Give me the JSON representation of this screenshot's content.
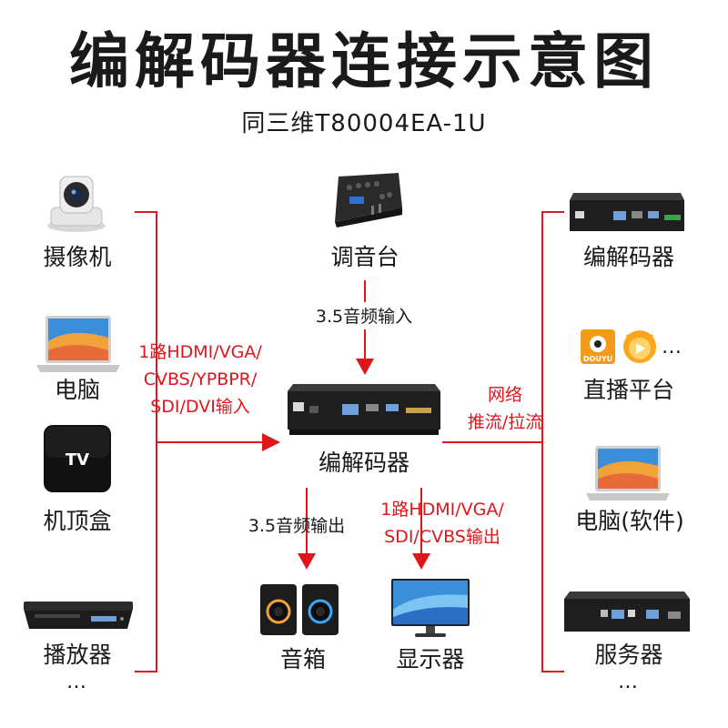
{
  "title": "编解码器连接示意图",
  "subtitle": "同三维T80004EA-1U",
  "colors": {
    "accent": "#e0161d",
    "text": "#1a1a1a"
  },
  "inputs": [
    {
      "label": "摄像机",
      "icon": "ptz-camera-icon"
    },
    {
      "label": "电脑",
      "icon": "laptop-icon"
    },
    {
      "label": "机顶盒",
      "icon": "tv-box-icon"
    },
    {
      "label": "播放器",
      "icon": "dvd-player-icon"
    }
  ],
  "inputs_more": "…",
  "input_link_label": [
    "1路HDMI/VGA/",
    "CVBS/YPBPR/",
    "SDI/DVI输入"
  ],
  "top_device": {
    "label": "调音台",
    "icon": "audio-mixer-icon"
  },
  "top_link_label": "3.5音频输入",
  "center_device": {
    "label": "编解码器",
    "icon": "codec-rack-icon"
  },
  "network_link_label": [
    "网络",
    "推流/拉流"
  ],
  "audio_out_label": "3.5音频输出",
  "video_out_label": [
    "1路HDMI/VGA/",
    "SDI/CVBS输出"
  ],
  "speaker": {
    "label": "音箱",
    "icon": "speaker-icon"
  },
  "monitor": {
    "label": "显示器",
    "icon": "monitor-icon"
  },
  "outputs": [
    {
      "label": "编解码器",
      "icon": "codec-rack-icon"
    },
    {
      "label": "直播平台",
      "icon": "live-platform-icon",
      "logo_text": "DOUYU",
      "more": "…"
    },
    {
      "label": "电脑(软件)",
      "icon": "laptop-icon"
    },
    {
      "label": "服务器",
      "icon": "server-rack-icon"
    }
  ],
  "outputs_more": "…"
}
